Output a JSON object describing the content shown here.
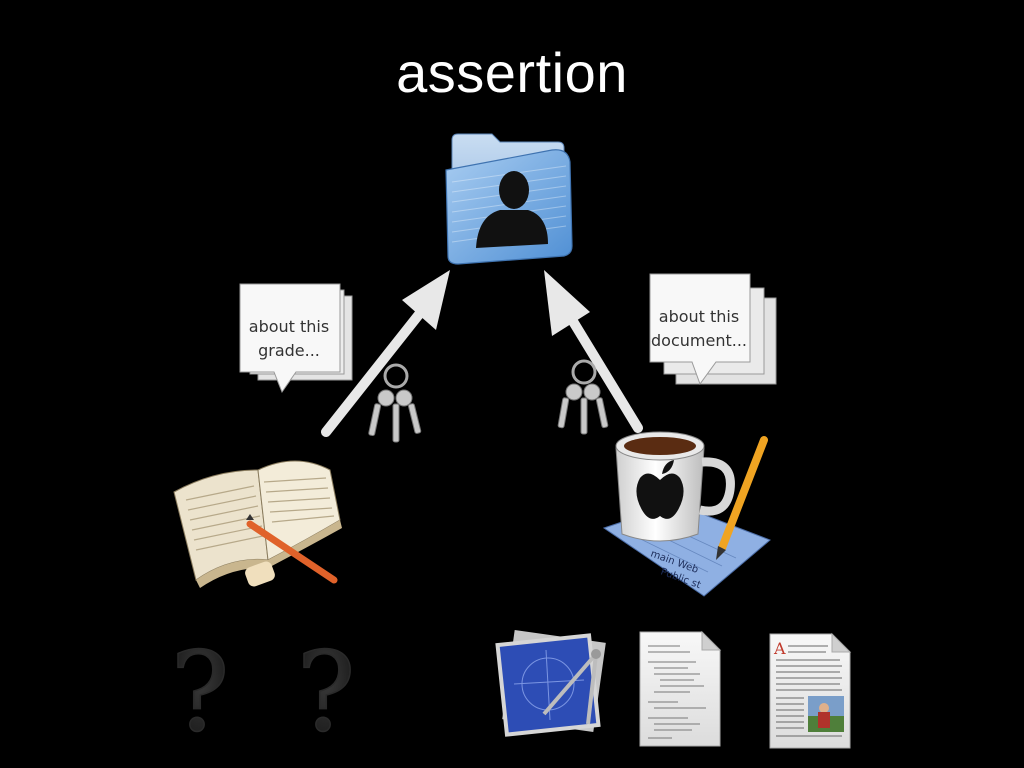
{
  "slide": {
    "title": "assertion"
  },
  "bubbles": {
    "left": {
      "line1": "about this",
      "line2": "grade..."
    },
    "right": {
      "line1": "about this",
      "line2": "document..."
    }
  },
  "icons": {
    "center": "user-folder-icon",
    "left_source": "book-with-pencil-icon",
    "right_source": "coffee-mug-with-notepad-icon",
    "keys": "keys-icon",
    "bottom": [
      "question-mark-icon",
      "question-mark-icon",
      "blueprint-compass-icon",
      "code-document-icon",
      "illustrated-document-icon"
    ]
  },
  "notepad_text": {
    "line1": "main Web",
    "line2": "Public st"
  },
  "question_glyph": "?",
  "colors": {
    "background": "#000000",
    "arrow": "#e8e8e8",
    "folder": "#7fb3e6"
  }
}
